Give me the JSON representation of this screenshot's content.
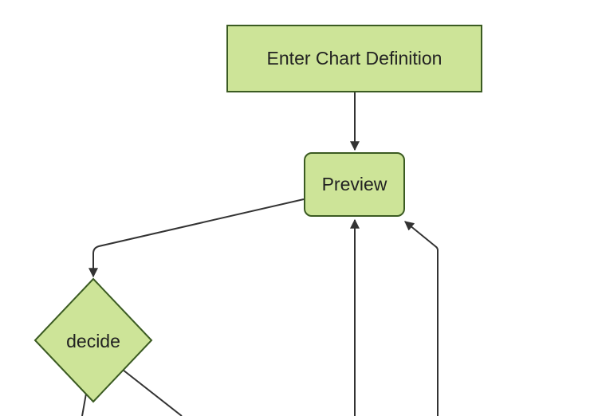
{
  "diagram": {
    "type": "flowchart-top-down",
    "background_color": "#ffffff",
    "node_fill_color": "#cde498",
    "node_border_color": "#3b5b22",
    "edge_color": "#333333",
    "text_color": "#222222",
    "nodes": [
      {
        "id": "A",
        "label": "Enter Chart Definition",
        "shape": "rectangle"
      },
      {
        "id": "B",
        "label": "Preview",
        "shape": "rounded-rectangle"
      },
      {
        "id": "C",
        "label": "decide",
        "shape": "diamond"
      }
    ],
    "edges": [
      {
        "from": "Enter Chart Definition",
        "to": "Preview",
        "arrow": "down"
      },
      {
        "from": "Preview",
        "to": "decide",
        "arrow": "down-left-then-down"
      },
      {
        "from": "decide",
        "to": "offscreen-bottom-left",
        "arrow": "none-visible"
      },
      {
        "from": "decide",
        "to": "offscreen-bottom-right",
        "arrow": "none-visible"
      },
      {
        "from": "offscreen-bottom-center",
        "to": "Preview",
        "arrow": "up"
      },
      {
        "from": "offscreen-bottom-right",
        "to": "Preview",
        "arrow": "up-left"
      }
    ]
  }
}
